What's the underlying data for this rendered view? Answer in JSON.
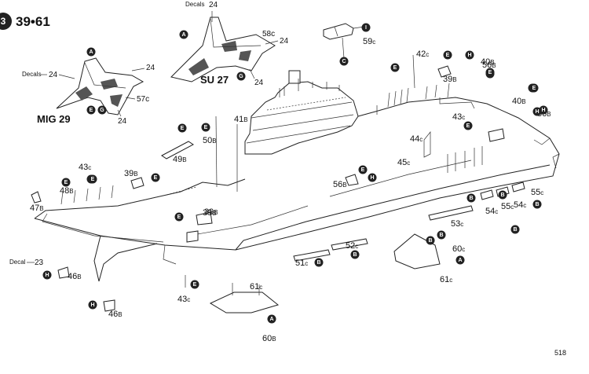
{
  "step": {
    "number": "3",
    "parts_range": "39•61"
  },
  "aircraft": {
    "mig": {
      "name": "MIG 29",
      "decals_label": "Decals",
      "decal_refs": [
        "24",
        "24",
        "57c",
        "24"
      ]
    },
    "su": {
      "name": "SU 27",
      "decals_label": "Decals",
      "decal_refs": [
        "24",
        "58c",
        "24",
        "24"
      ]
    }
  },
  "decal_bottom": {
    "label": "Decal",
    "ref": "23"
  },
  "page_number": "518",
  "parts": [
    {
      "num": "59",
      "suf": "c"
    },
    {
      "num": "42",
      "suf": "c"
    },
    {
      "num": "39",
      "suf": "B"
    },
    {
      "num": "40",
      "suf": "B"
    },
    {
      "num": "56",
      "suf": "B"
    },
    {
      "num": "40",
      "suf": "B"
    },
    {
      "num": "56",
      "suf": "B"
    },
    {
      "num": "41",
      "suf": "B"
    },
    {
      "num": "50",
      "suf": "B"
    },
    {
      "num": "49",
      "suf": "B"
    },
    {
      "num": "43",
      "suf": "c"
    },
    {
      "num": "39",
      "suf": "B"
    },
    {
      "num": "44",
      "suf": "c"
    },
    {
      "num": "43",
      "suf": "c"
    },
    {
      "num": "48",
      "suf": "B"
    },
    {
      "num": "47",
      "suf": "B"
    },
    {
      "num": "39",
      "suf": "B"
    },
    {
      "num": "45",
      "suf": "c"
    },
    {
      "num": "56",
      "suf": "B"
    },
    {
      "num": "55",
      "suf": "c"
    },
    {
      "num": "54",
      "suf": "c"
    },
    {
      "num": "55",
      "suf": "c"
    },
    {
      "num": "54",
      "suf": "c"
    },
    {
      "num": "53",
      "suf": "c"
    },
    {
      "num": "39",
      "suf": "B"
    },
    {
      "num": "52",
      "suf": "c"
    },
    {
      "num": "51",
      "suf": "c"
    },
    {
      "num": "60",
      "suf": "c"
    },
    {
      "num": "61",
      "suf": "c"
    },
    {
      "num": "46",
      "suf": "B"
    },
    {
      "num": "46",
      "suf": "B"
    },
    {
      "num": "43",
      "suf": "c"
    },
    {
      "num": "61",
      "suf": "c"
    },
    {
      "num": "60",
      "suf": "B"
    }
  ],
  "callouts": [
    "A",
    "E",
    "G",
    "A",
    "G",
    "E",
    "I",
    "C",
    "E",
    "E",
    "H",
    "E",
    "E",
    "H",
    "E",
    "E",
    "E",
    "E",
    "E",
    "H",
    "E",
    "E",
    "E",
    "H",
    "E",
    "E",
    "B",
    "B",
    "B",
    "B",
    "B",
    "B",
    "B",
    "B",
    "A",
    "A",
    "H",
    "H",
    "E"
  ]
}
